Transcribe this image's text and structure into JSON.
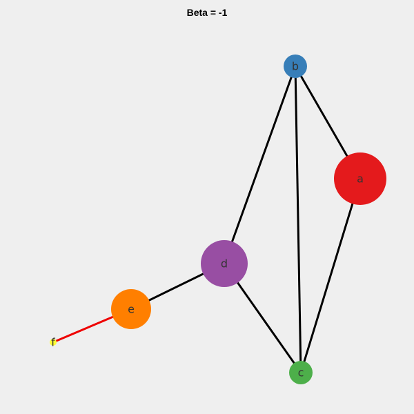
{
  "title": "Beta = -1",
  "nodes": [
    {
      "id": "a",
      "label": "a",
      "color": "#e41a1c"
    },
    {
      "id": "b",
      "label": "b",
      "color": "#377eb8"
    },
    {
      "id": "c",
      "label": "c",
      "color": "#4daf4a"
    },
    {
      "id": "d",
      "label": "d",
      "color": "#984ea3"
    },
    {
      "id": "e",
      "label": "e",
      "color": "#ff7f00"
    },
    {
      "id": "f",
      "label": "f",
      "color": "#ffff33"
    }
  ],
  "edges": [
    {
      "source": "b",
      "target": "a",
      "color": "#000000"
    },
    {
      "source": "b",
      "target": "c",
      "color": "#000000"
    },
    {
      "source": "b",
      "target": "d",
      "color": "#000000"
    },
    {
      "source": "a",
      "target": "c",
      "color": "#000000"
    },
    {
      "source": "d",
      "target": "c",
      "color": "#000000"
    },
    {
      "source": "d",
      "target": "e",
      "color": "#000000"
    },
    {
      "source": "e",
      "target": "f",
      "color": "#ee0000"
    }
  ]
}
